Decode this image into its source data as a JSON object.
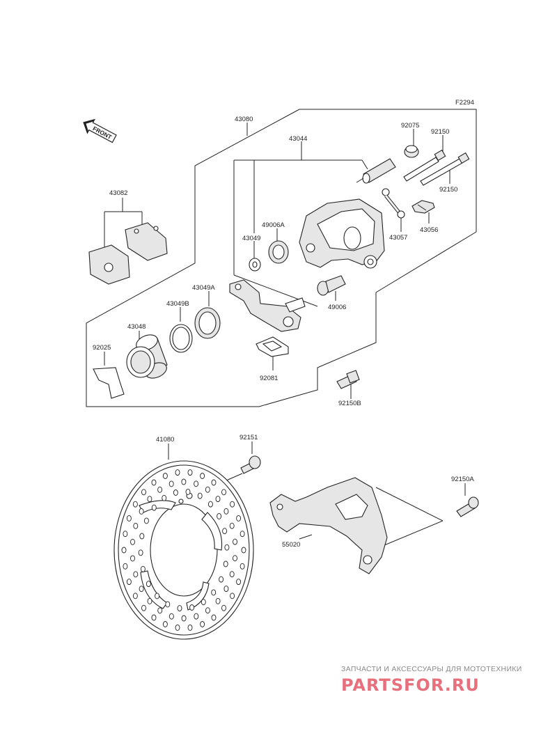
{
  "diagram_code": "F2294",
  "front_label": "FRONT",
  "parts": {
    "p43080": "43080",
    "p43044": "43044",
    "p92075": "92075",
    "p92150_a": "92150",
    "p92150_b": "92150",
    "p43082": "43082",
    "p49006A": "49006A",
    "p43049": "43049",
    "p43057": "43057",
    "p43056": "43056",
    "p49006": "49006",
    "p43049A": "43049A",
    "p43049B": "43049B",
    "p43048": "43048",
    "p92025": "92025",
    "p92081": "92081",
    "p92150B": "92150B",
    "p41080": "41080",
    "p92151": "92151",
    "p92150A": "92150A",
    "p55020": "55020"
  },
  "watermark": {
    "tagline": "ЗАПЧАСТИ И АКСЕССУАРЫ ДЛЯ МОТОТЕХНИКИ",
    "brand": "PARTSFOR.RU"
  }
}
